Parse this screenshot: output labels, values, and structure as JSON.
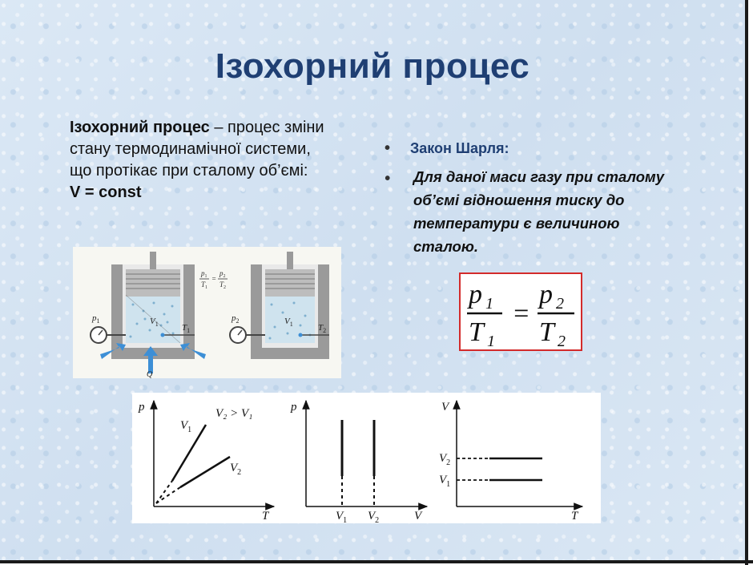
{
  "slide": {
    "title": "Ізохорний процес",
    "definition": {
      "term": "Ізохорний процес",
      "rest": " – процес зміни стану термодинамічної системи, що протікає при сталому об’ємі:",
      "formula": "V = const"
    },
    "law": {
      "name": "Закон Шарля:",
      "statement": "Для даної маси газу при сталому об’ємі відношення тиску до температури є величиною сталою."
    },
    "charles_formula": {
      "left_num": "p",
      "left_num_sub": "1",
      "left_den": "T",
      "left_den_sub": "1",
      "equals": "=",
      "right_num": "p",
      "right_num_sub": "2",
      "right_den": "T",
      "right_den_sub": "2"
    },
    "apparatus": {
      "left": {
        "pressure": "p",
        "pressure_sub": "1",
        "temp": "T",
        "temp_sub": "1",
        "volume": "V",
        "volume_sub": "1",
        "heat": "Q"
      },
      "right": {
        "pressure": "p",
        "pressure_sub": "2",
        "temp": "T",
        "temp_sub": "2",
        "volume": "V",
        "volume_sub": "1"
      },
      "eq": {
        "p1": "p",
        "p1_sub": "1",
        "t1": "T",
        "t1_sub": "1",
        "eq": "=",
        "p2": "p",
        "p2_sub": "2",
        "t2": "T",
        "t2_sub": "2"
      }
    },
    "graphs": {
      "pT": {
        "y_axis": "p",
        "x_axis": "T",
        "line1": "V",
        "line1_sub": "1",
        "line2": "V",
        "line2_sub": "2",
        "relation": "V₂ > V₁"
      },
      "pV": {
        "y_axis": "p",
        "x_axis": "V",
        "tick1": "V",
        "tick1_sub": "1",
        "tick2": "V",
        "tick2_sub": "2"
      },
      "VT": {
        "y_axis": "V",
        "x_axis": "T",
        "level1": "V",
        "level1_sub": "1",
        "level2": "V",
        "level2_sub": "2"
      }
    },
    "colors": {
      "title": "#1f3f73",
      "formula_border": "#d32b2b",
      "arrow": "#3d8fd6"
    }
  }
}
